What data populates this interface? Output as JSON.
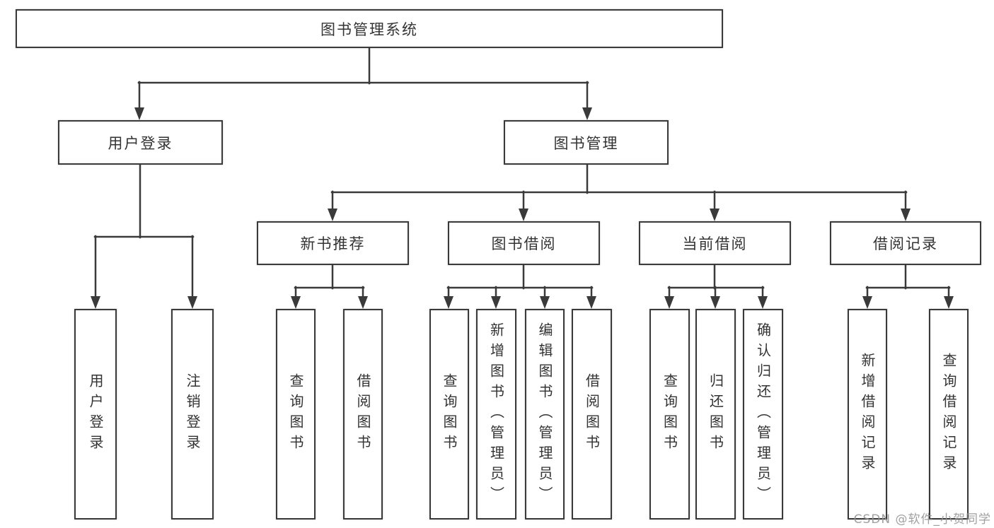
{
  "colors": {
    "box_border": "#3a3a3a",
    "connector_line": "#3a3a3a",
    "box_fill": "#ffffff",
    "text": "#333333",
    "watermark_text": "#969696"
  },
  "diagram": {
    "root": {
      "label": "图书管理系统"
    },
    "level2": [
      {
        "label": "用户登录"
      },
      {
        "label": "图书管理"
      }
    ],
    "level3": [
      {
        "label": "新书推荐"
      },
      {
        "label": "图书借阅"
      },
      {
        "label": "当前借阅"
      },
      {
        "label": "借阅记录"
      }
    ],
    "leaves": {
      "user_login": [
        "用户登录",
        "注销登录"
      ],
      "new_book_recommendation": [
        "查询图书",
        "借阅图书"
      ],
      "book_borrowing": [
        "查询图书",
        "新增图书（管理员）",
        "编辑图书（管理员）",
        "借阅图书"
      ],
      "current_borrowing": [
        "查询图书",
        "归还图书",
        "确认归还（管理员）"
      ],
      "borrowing_records": [
        "新增借阅记录",
        "查询借阅记录"
      ]
    }
  },
  "watermark": {
    "text": "CSDN @软件_小贺同学"
  }
}
